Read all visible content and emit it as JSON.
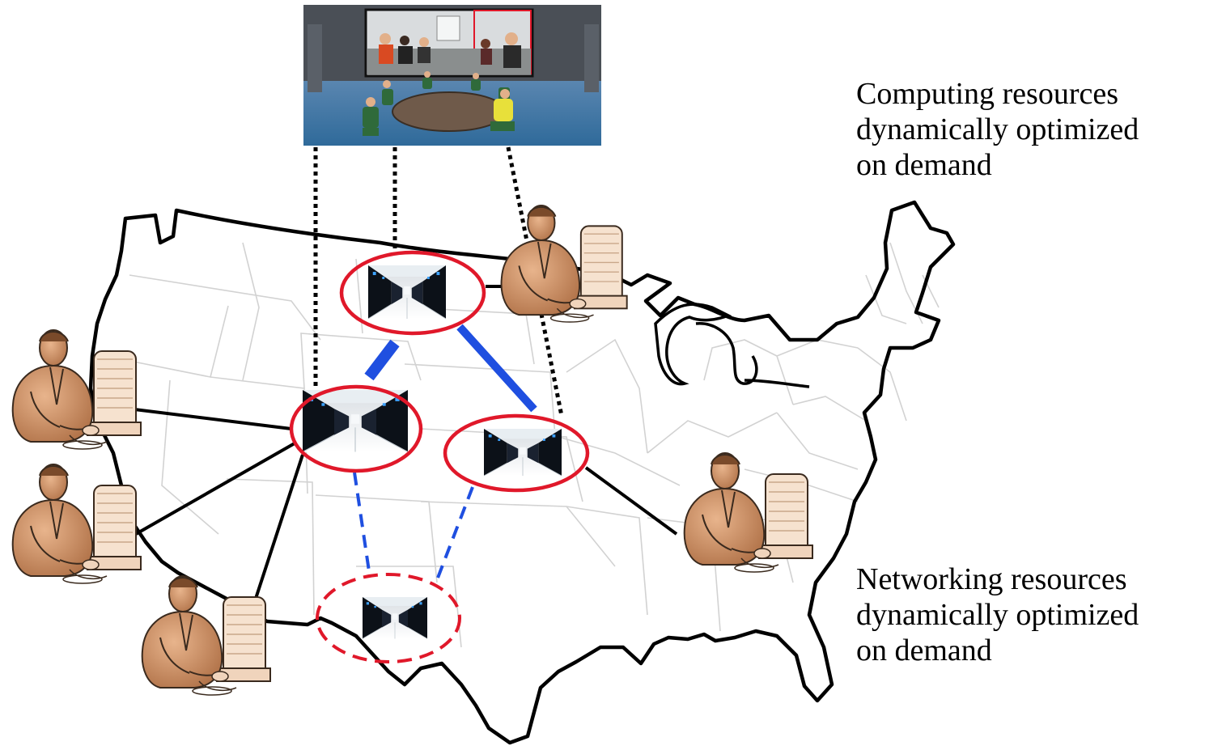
{
  "captions": {
    "computing": [
      "Computing resources",
      "dynamically optimized",
      "on demand"
    ],
    "networking": [
      "Networking resources",
      "dynamically optimized",
      "on demand"
    ]
  },
  "icons": {
    "user": "person-at-computer-icon",
    "datacenter": "server-room-photo",
    "videoconference": "virtual-meeting-room-image"
  },
  "colors": {
    "map_outline": "#000000",
    "state_borders": "#cfcfcf",
    "highlight_ring": "#e0182a",
    "optical_link": "#1f4fe0",
    "user_link": "#000000",
    "figure_skin": "#c6895c"
  }
}
